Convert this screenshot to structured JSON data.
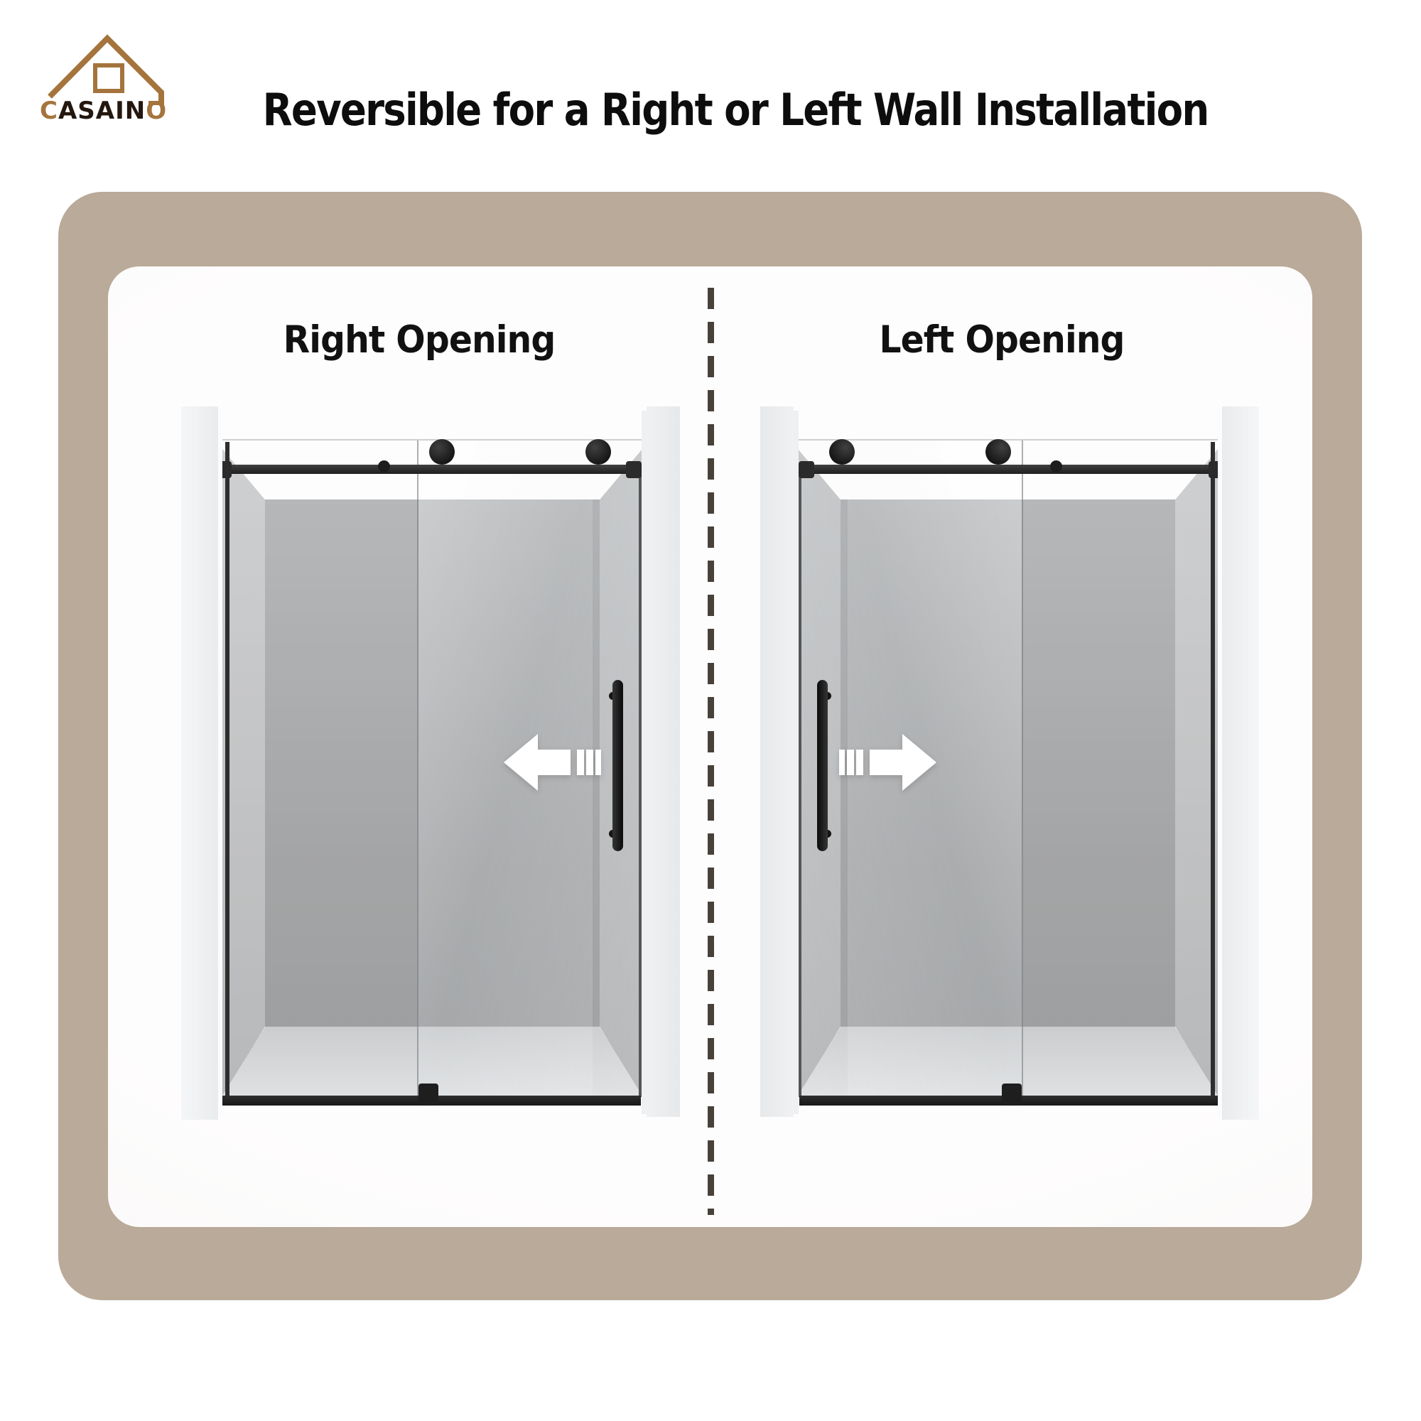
{
  "logo": {
    "text_c": "C",
    "text_mid": "ASAIN",
    "text_o": "O"
  },
  "header": {
    "title": "Reversible for a Right or Left Wall Installation"
  },
  "panels": [
    {
      "heading": "Right Opening",
      "slide_direction": "left"
    },
    {
      "heading": "Left Opening",
      "slide_direction": "right"
    }
  ],
  "icons": {
    "logo_roof": "house-roof-with-window",
    "slide_arrow": "white-direction-arrow-with-motion-dashes"
  },
  "colors": {
    "frame_tan": "#b9aa99",
    "panel_white": "#fbfafa",
    "divider_dash": "#48413a",
    "logo_brown": "#a5743c",
    "logo_dark": "#23170e",
    "hardware_black": "#1d1d1d",
    "arrow_white": "#ffffff",
    "heading_black": "#111111"
  }
}
